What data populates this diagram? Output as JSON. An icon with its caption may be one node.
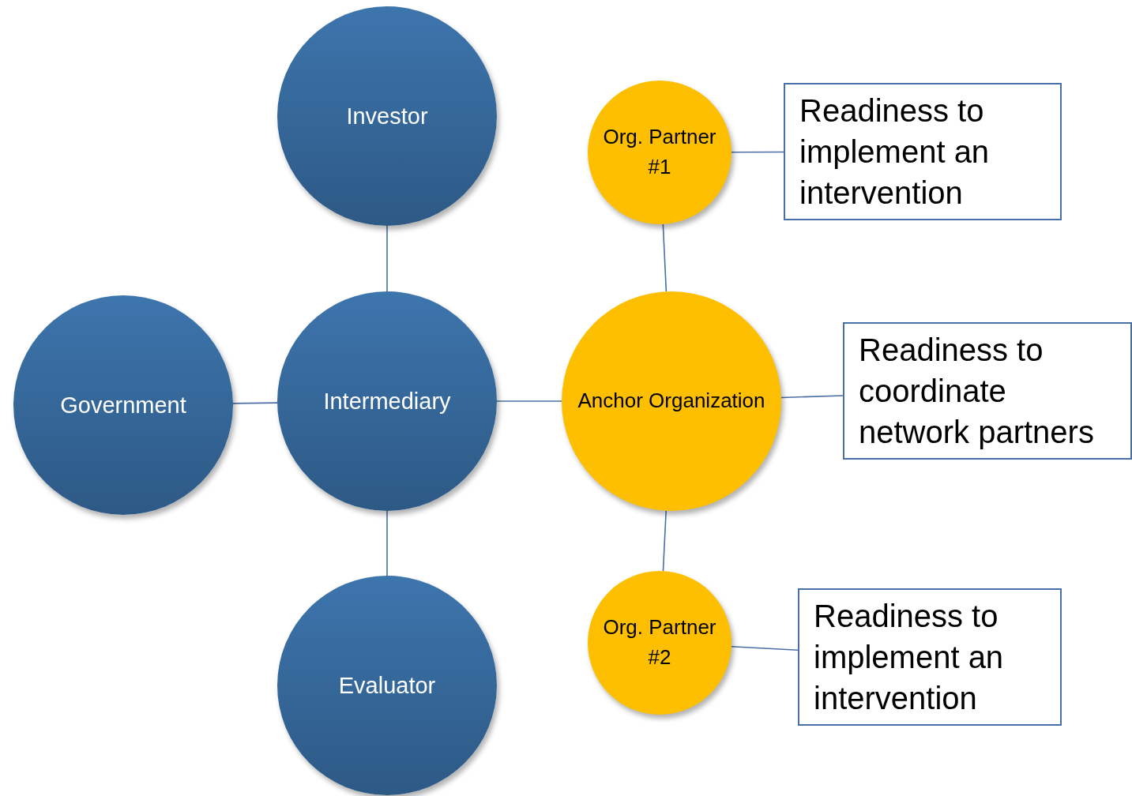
{
  "diagram": {
    "nodes": [
      {
        "text": [
          "Investor"
        ]
      },
      {
        "text": [
          "Government"
        ]
      },
      {
        "text": [
          "Intermediary"
        ]
      },
      {
        "text": [
          "Evaluator"
        ]
      },
      {
        "text": [
          "Org. Partner",
          "#1"
        ]
      },
      {
        "text": [
          "Anchor Organization"
        ]
      },
      {
        "text": [
          "Org. Partner",
          "#2"
        ]
      },
      {
        "text": [
          "Readiness to implement an intervention"
        ]
      },
      {
        "text": [
          "Readiness to coordinate network partners"
        ]
      },
      {
        "text": [
          "Readiness to implement an intervention"
        ]
      }
    ],
    "edges": [
      {
        "from": 0,
        "to": 2,
        "arrow": "none"
      },
      {
        "from": 1,
        "to": 2,
        "arrow": "none"
      },
      {
        "from": 2,
        "to": 3,
        "arrow": "none"
      },
      {
        "from": 2,
        "to": 5,
        "arrow": "none"
      },
      {
        "from": 4,
        "to": 5,
        "arrow": "none"
      },
      {
        "from": 5,
        "to": 6,
        "arrow": "none"
      },
      {
        "from": 4,
        "to": 7,
        "arrow": "none"
      },
      {
        "from": 5,
        "to": 8,
        "arrow": "none"
      },
      {
        "from": 6,
        "to": 9,
        "arrow": "none"
      }
    ]
  }
}
